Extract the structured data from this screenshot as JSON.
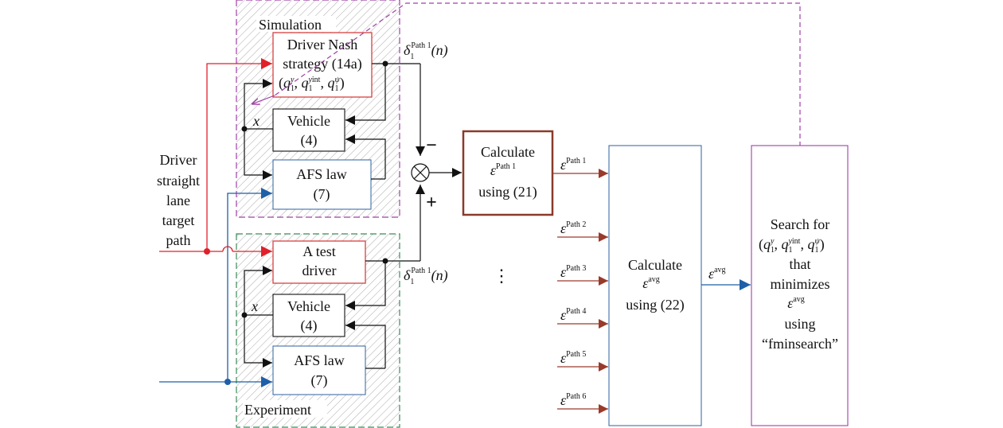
{
  "regions": {
    "simulation": "Simulation",
    "experiment": "Experiment"
  },
  "driver_input": [
    "Driver",
    "straight",
    "lane",
    "target",
    "path"
  ],
  "blocks": {
    "nash": {
      "line1": "Driver Nash",
      "line2": "strategy (14a)",
      "params": [
        "q",
        "1",
        "y",
        "q",
        "1",
        "y",
        "int",
        "q",
        "1",
        "ψ"
      ]
    },
    "vehicle_sim": [
      "Vehicle",
      "(4)"
    ],
    "afs_sim": [
      "AFS law",
      "(7)"
    ],
    "test_driver": [
      "A test",
      "driver"
    ],
    "vehicle_exp": [
      "Vehicle",
      "(4)"
    ],
    "afs_exp": [
      "AFS law",
      "(7)"
    ],
    "calc_eps": [
      "Calculate",
      "ε",
      "Path 1",
      "using (21)"
    ],
    "calc_avg": [
      "Calculate",
      "ε",
      "avg",
      "using (22)"
    ],
    "search": [
      "Search for",
      "that",
      "minimizes",
      "ε",
      "avg",
      "using",
      "“fminsearch”"
    ]
  },
  "signals": {
    "x_label": "x",
    "delta_sim": {
      "sym": "δ",
      "sub": "1",
      "sup": "Path 1",
      "arg": "(n)"
    },
    "delta_exp": {
      "sym": "δ",
      "sub": "1",
      "sup": "Path 1",
      "arg": "(n)"
    },
    "minus": "−",
    "plus": "+",
    "eps_sym": "ε",
    "eps_paths": [
      "Path 1",
      "Path 2",
      "Path 3",
      "Path 4",
      "Path 5",
      "Path 6"
    ],
    "eps_avg_sup": "avg",
    "ellipsis": "⋮"
  },
  "colors": {
    "red": "#e0202a",
    "blue": "#1f5fa8",
    "black": "#111111",
    "brown": "#9a3a2a",
    "purple": "#a040a8",
    "green_dash": "#3a8a5a",
    "block_blue": "#3f6fa8",
    "block_red": "#d84040",
    "calc_border": "#8a3a2a"
  }
}
